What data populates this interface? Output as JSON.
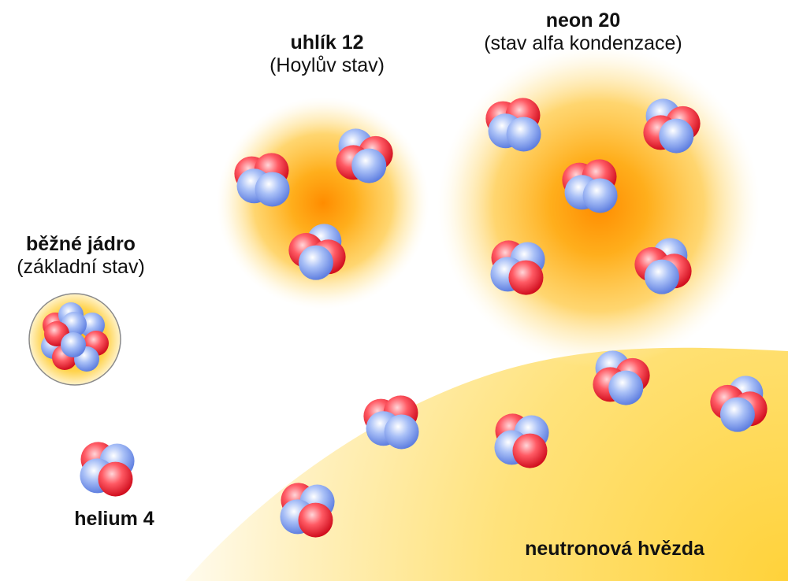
{
  "labels": {
    "carbon12": {
      "title": "uhlík 12",
      "subtitle": "(Hoylův stav)"
    },
    "neon20": {
      "title": "neon 20",
      "subtitle": "(stav alfa kondenzace)"
    },
    "ordinary": {
      "title": "běžné jádro",
      "subtitle": "(základní stav)"
    },
    "helium4": {
      "title": "helium 4"
    },
    "neutron_star": {
      "title": "neutronová hvězda"
    }
  },
  "colors": {
    "proton": "#ee2233",
    "neutron": "#6f8fe6",
    "glow": "#ffa800",
    "neutron_star": "#ffd23a",
    "text": "#111111"
  }
}
